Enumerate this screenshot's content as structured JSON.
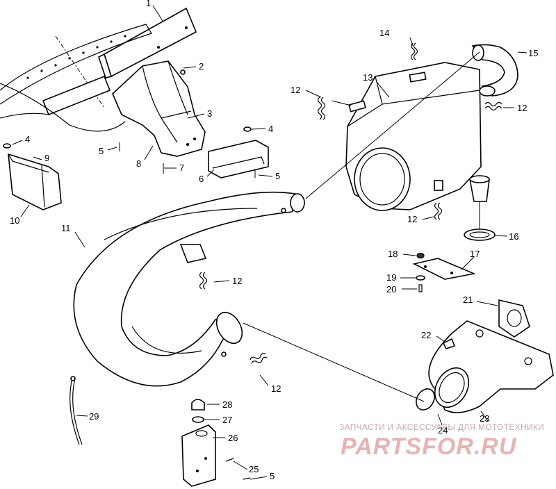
{
  "callouts": {
    "c1": "1",
    "c2": "2",
    "c3": "3",
    "c4a": "4",
    "c4b": "4",
    "c5a": "5",
    "c5b": "5",
    "c5c": "5",
    "c6": "6",
    "c7": "7",
    "c8": "8",
    "c9": "9",
    "c10": "10",
    "c11": "11",
    "c12a": "12",
    "c12b": "12",
    "c12c": "12",
    "c12d": "12",
    "c12e": "12",
    "c13": "13",
    "c14": "14",
    "c15": "15",
    "c16": "16",
    "c17": "17",
    "c18": "18",
    "c19": "19",
    "c20": "20",
    "c21": "21",
    "c22": "22",
    "c23": "23",
    "c24": "24",
    "c25": "25",
    "c26": "26",
    "c27": "27",
    "c28": "28",
    "c29": "29"
  },
  "watermark": {
    "tagline": "ЗАПЧАСТИ И АКСЕССУАРЫ ДЛЯ МОТОТЕХНИКИ",
    "logo": "PARTSFOR.RU"
  }
}
